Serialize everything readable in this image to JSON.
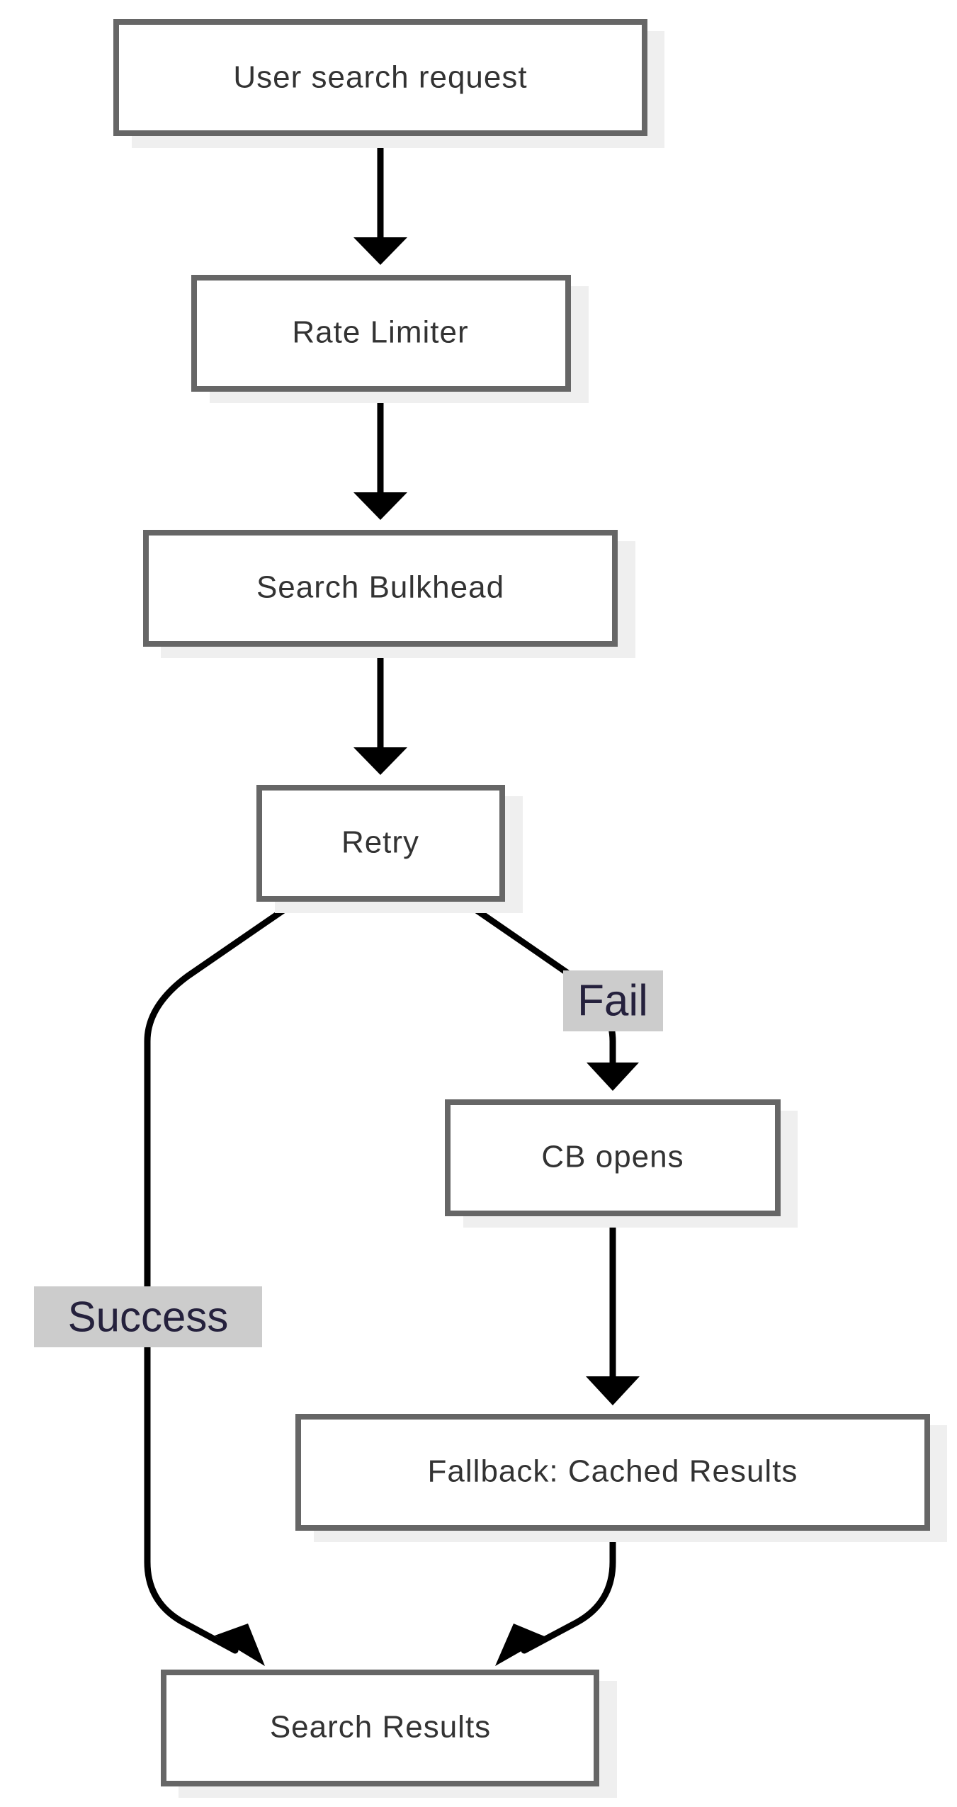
{
  "nodes": {
    "user_request": "User search request",
    "rate_limiter": "Rate Limiter",
    "bulkhead": "Search Bulkhead",
    "retry": "Retry",
    "cb_opens": "CB opens",
    "fallback": "Fallback: Cached Results",
    "results": "Search Results"
  },
  "edges": {
    "fail_label": "Fail",
    "success_label": "Success"
  }
}
